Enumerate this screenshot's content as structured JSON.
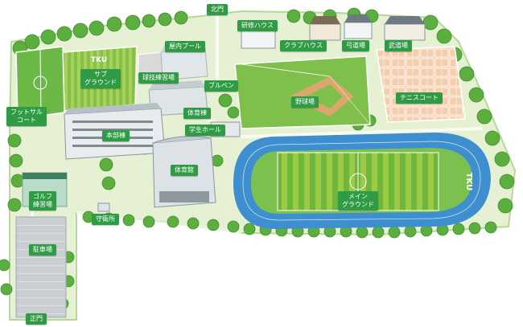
{
  "colors": {
    "label_bg": "#2f9b45",
    "label_text": "#ffffff",
    "campus_ground": "#e6f1d4",
    "tree_green": "#5cae3f",
    "track_blue": "#3d8fd0",
    "field_green": "#5bab3a",
    "clay": "#f1c9a6",
    "baseball_infield": "#d9a66b"
  },
  "map": {
    "track_mark": "TKU",
    "subfield_mark": "TKU",
    "labels": {
      "north_gate": "北門",
      "training_house": "研修ハウス",
      "club_house": "クラブハウス",
      "archery": "弓道場",
      "martial_arts": "武道場",
      "indoor_pool": "屋内プール",
      "sub_ground_1": "サブ",
      "sub_ground_2": "グラウンド",
      "ball_practice": "球技練習場",
      "bullpen": "ブルペン",
      "baseball": "野球場",
      "tennis": "テニスコート",
      "futsal_1": "フットサル",
      "futsal_2": "コート",
      "gym_wing": "体育棟",
      "student_hall": "学生ホール",
      "main_building": "本部棟",
      "gymnasium": "体育館",
      "main_ground_1": "メイン",
      "main_ground_2": "グラウンド",
      "golf_1": "ゴルフ",
      "golf_2": "練習場",
      "guard_office": "守衛所",
      "parking": "駐車場",
      "main_gate": "正門"
    }
  }
}
